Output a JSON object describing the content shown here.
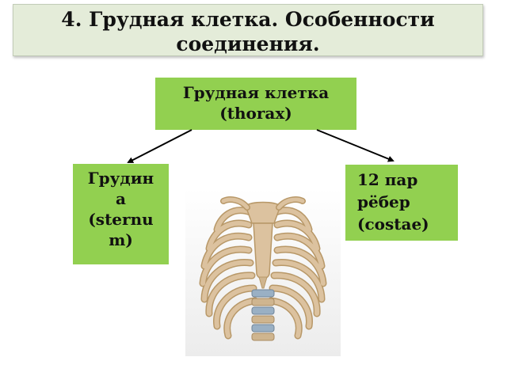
{
  "slide": {
    "title": "4. Грудная клетка. Особенности соединения."
  },
  "diagram": {
    "root": {
      "line1": "Грудная клетка",
      "line2": "(thorax)"
    },
    "left_child": {
      "lines": [
        "Грудин",
        "а",
        "(sternu",
        "m)"
      ]
    },
    "right_child": {
      "lines": [
        "12 пар",
        "рёбер",
        "(costae)"
      ]
    }
  },
  "colors": {
    "node_fill": "#92d050",
    "title_fill": "#e4ecd9",
    "bone": "#dcc29f",
    "bone_dark": "#b89868",
    "cartilage": "#9ab0c4"
  },
  "icons": {
    "illustration": "ribcage-illustration"
  }
}
